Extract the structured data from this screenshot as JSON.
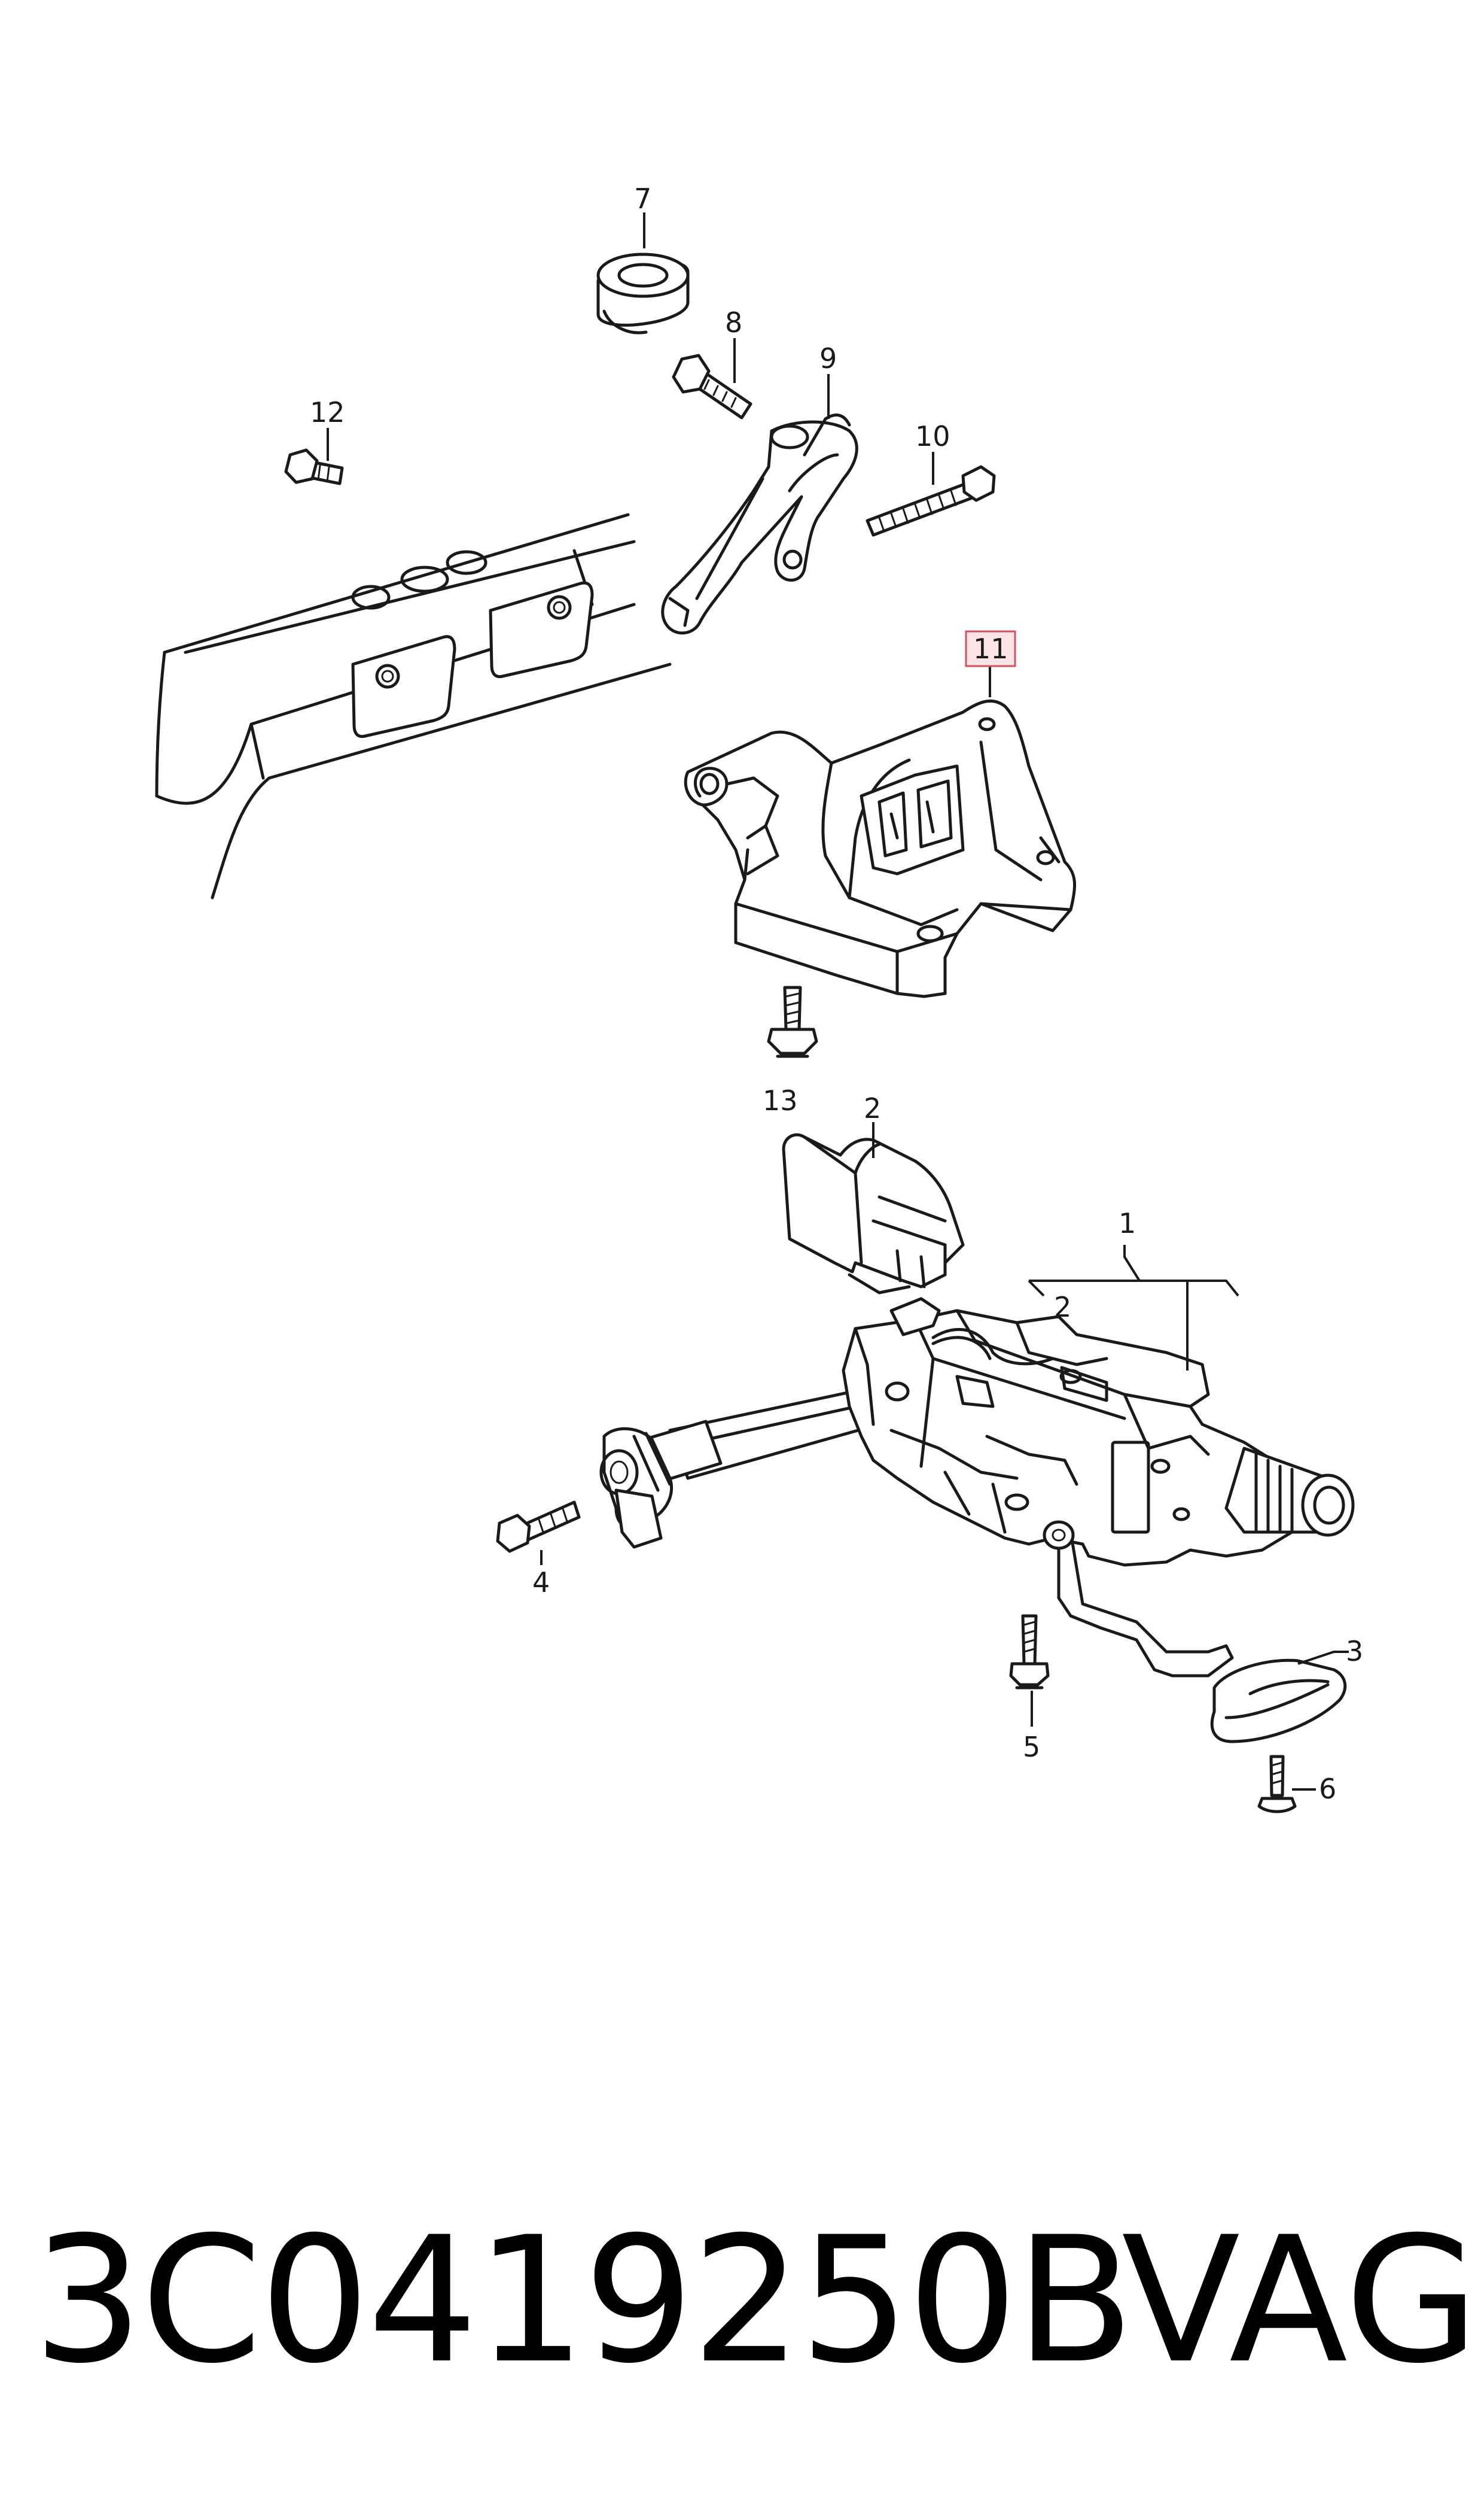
{
  "diagram": {
    "callouts": {
      "c1": "1",
      "c2a": "2",
      "c2b": "2",
      "c3": "3",
      "c4": "4",
      "c5": "5",
      "c6": "6",
      "c7": "7",
      "c8": "8",
      "c9": "9",
      "c10": "10",
      "c11": "11",
      "c12": "12",
      "c13": "13"
    },
    "highlighted_callout": "11",
    "highlight_color": "#fde4e6",
    "highlight_border": "#d0505e"
  },
  "footer": {
    "part_number": "3C0419250B",
    "brand": "VAG"
  }
}
